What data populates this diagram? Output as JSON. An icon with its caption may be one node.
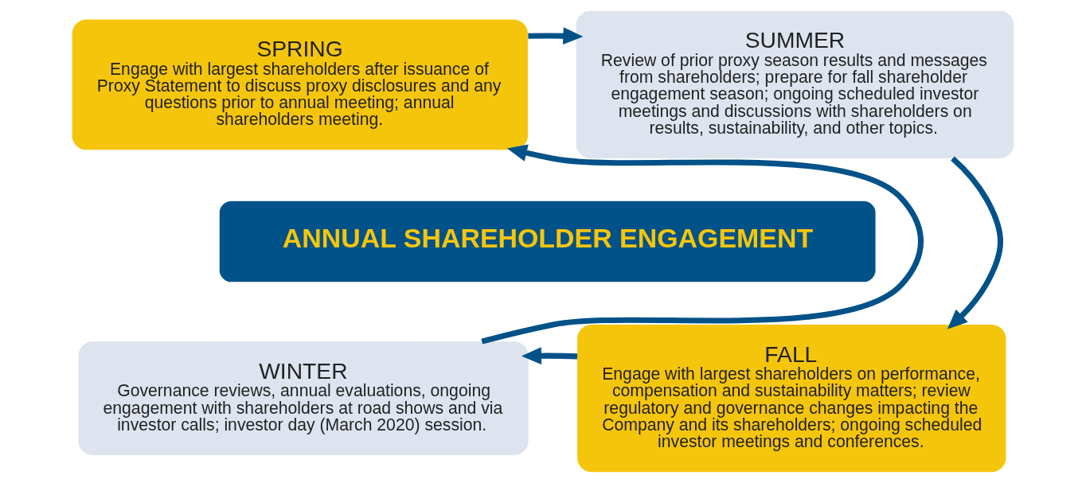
{
  "diagram": {
    "nodes": [
      {
        "text": [
          "SPRING",
          "Engage with largest shareholders after issuance of Proxy Statement to discuss proxy disclosures and any questions prior to annual meeting; annual shareholders meeting."
        ]
      },
      {
        "text": [
          "SUMMER",
          "Review of prior proxy season results and messages from shareholders; prepare for fall shareholder engagement season; ongoing scheduled investor meetings and discussions with shareholders on results, sustainability, and other topics."
        ]
      },
      {
        "text": [
          "ANNUAL SHAREHOLDER ENGAGEMENT"
        ]
      },
      {
        "text": [
          "WINTER",
          "Governance reviews, annual evaluations, ongoing engagement with shareholders at road shows and via investor calls; investor day (March 2020) session."
        ]
      },
      {
        "text": [
          "FALL",
          "Engage with largest shareholders on performance, compensation and sustainability matters; review regulatory and governance changes impacting the Company and its shareholders; ongoing scheduled investor meetings and conferences."
        ]
      }
    ],
    "edges": [
      {
        "from": 0,
        "to": 1,
        "arrow": "to"
      },
      {
        "from": 1,
        "to": 4,
        "arrow": "to"
      },
      {
        "from": 4,
        "to": 3,
        "arrow": "to"
      },
      {
        "from": 3,
        "to": 0,
        "arrow": "to"
      }
    ]
  }
}
